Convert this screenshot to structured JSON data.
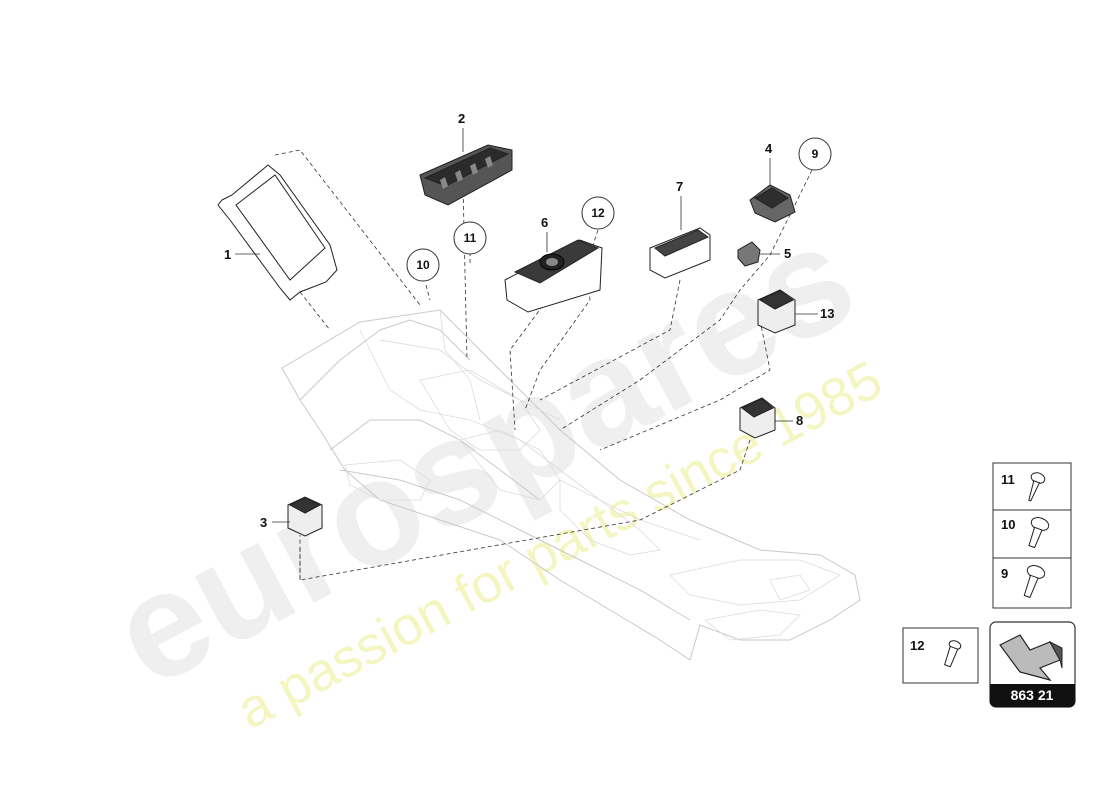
{
  "watermark": {
    "brand": "eurospares",
    "tagline": "a passion for parts since 1985"
  },
  "callouts": {
    "p1": "1",
    "p2": "2",
    "p3": "3",
    "p4": "4",
    "p5": "5",
    "p6": "6",
    "p7": "7",
    "p8": "8",
    "p9": "9",
    "p10": "10",
    "p11": "11",
    "p12": "12",
    "p13": "13"
  },
  "legend": {
    "screw_11": "11",
    "screw_10": "10",
    "screw_9": "9",
    "screw_12": "12",
    "diagram_code": "863 21"
  },
  "colors": {
    "line": "#333333",
    "watermark_grey": "#efefef",
    "watermark_yellow": "#f4f6c2",
    "code_badge": "#111111"
  },
  "icons": [
    "screw-icon",
    "arrow-icon"
  ]
}
